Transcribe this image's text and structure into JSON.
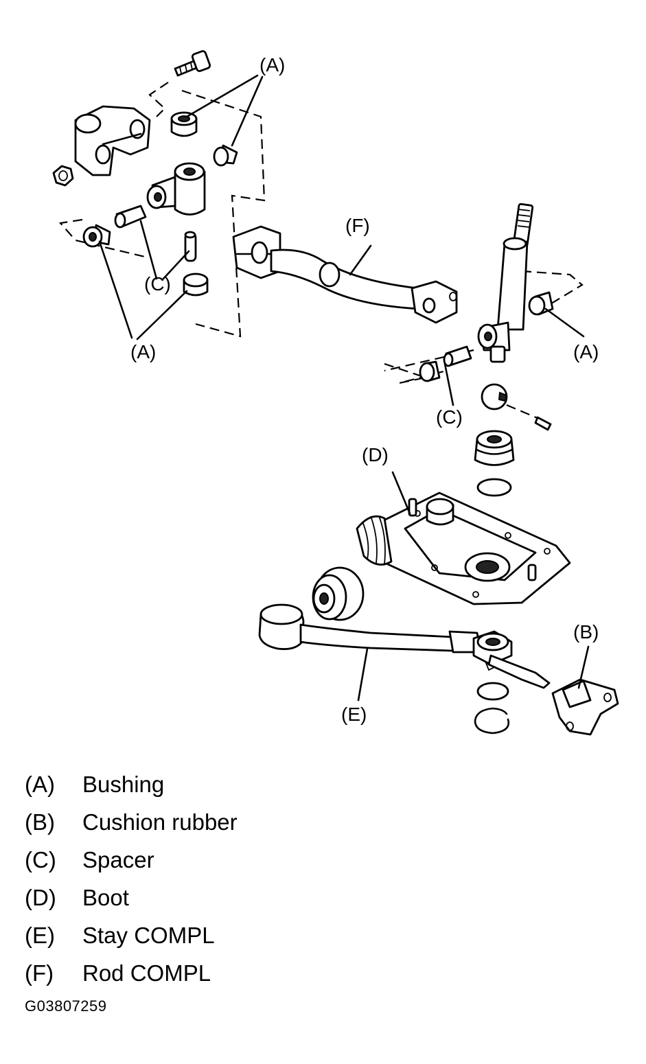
{
  "callouts": {
    "a_top": "(A)",
    "a_left": "(A)",
    "a_right": "(A)",
    "b": "(B)",
    "c_left": "(C)",
    "c_right": "(C)",
    "d": "(D)",
    "e": "(E)",
    "f": "(F)"
  },
  "legend": [
    {
      "letter": "(A)",
      "name": "Bushing"
    },
    {
      "letter": "(B)",
      "name": "Cushion rubber"
    },
    {
      "letter": "(C)",
      "name": "Spacer"
    },
    {
      "letter": "(D)",
      "name": "Boot"
    },
    {
      "letter": "(E)",
      "name": "Stay COMPL"
    },
    {
      "letter": "(F)",
      "name": "Rod COMPL"
    }
  ],
  "figure_id": "G03807259"
}
